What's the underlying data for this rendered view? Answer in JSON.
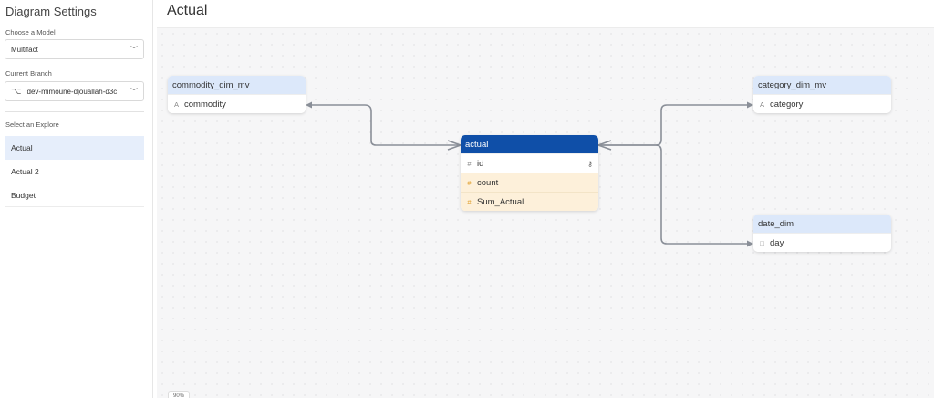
{
  "sidebar": {
    "title": "Diagram Settings",
    "model_label": "Choose a Model",
    "model_value": "Multifact",
    "branch_label": "Current Branch",
    "branch_value": "dev-mimoune-djouallah-d3c",
    "explore_label": "Select an Explore",
    "explores": [
      {
        "label": "Actual",
        "active": true
      },
      {
        "label": "Actual 2",
        "active": false
      },
      {
        "label": "Budget",
        "active": false
      }
    ]
  },
  "main": {
    "title": "Actual",
    "zoom": "90%"
  },
  "nodes": {
    "actual": {
      "title": "actual",
      "fields": [
        {
          "type": "#",
          "name": "id",
          "key": "🔑"
        },
        {
          "type": "#",
          "name": "count"
        },
        {
          "type": "#",
          "name": "Sum_Actual"
        }
      ]
    },
    "commodity": {
      "title": "commodity_dim_mv",
      "fields": [
        {
          "type": "A",
          "name": "commodity"
        }
      ]
    },
    "category": {
      "title": "category_dim_mv",
      "fields": [
        {
          "type": "A",
          "name": "category"
        }
      ]
    },
    "date": {
      "title": "date_dim",
      "fields": [
        {
          "type": "□",
          "name": "day"
        }
      ]
    }
  },
  "colors": {
    "accent": "#0f4fa8",
    "node_header": "#dce8fa",
    "measure_row": "#fdf0da",
    "edge": "#8a8f98"
  }
}
